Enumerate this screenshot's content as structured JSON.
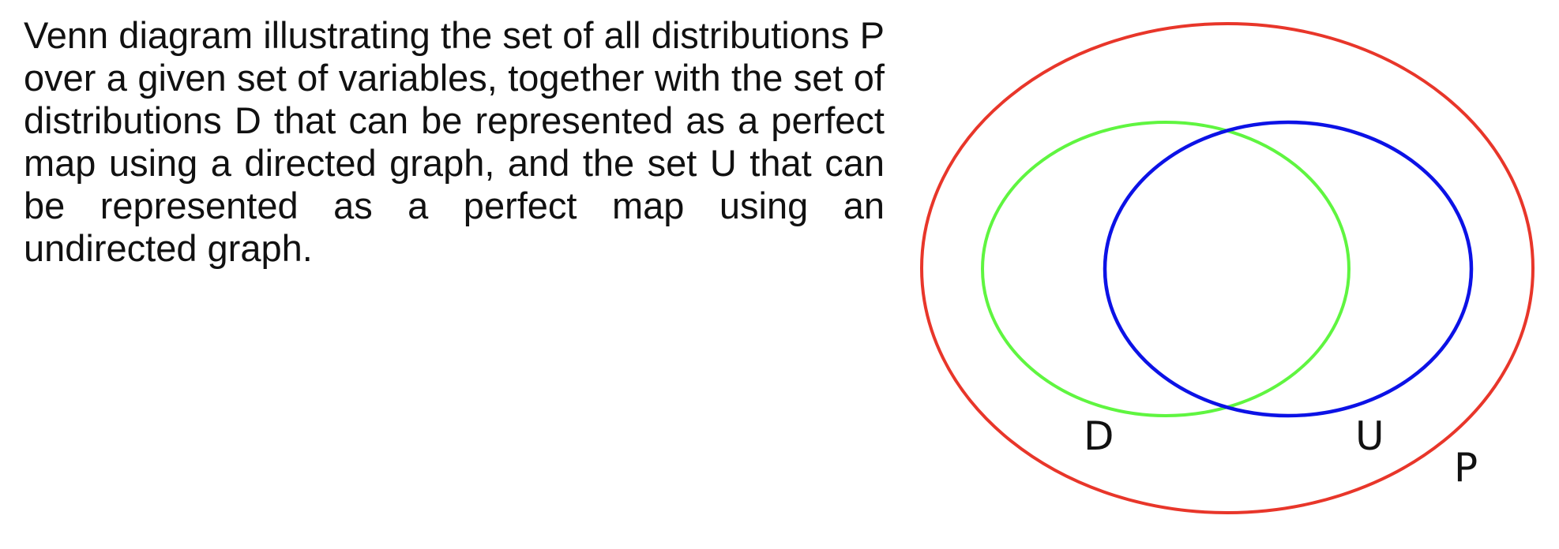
{
  "caption": "Venn diagram illustrating the set of all distributions P over a given set of variables, together with the set of distributions D that can be represented as a perfect map using a directed graph, and the set U that can be represented as a perfect map using an undirected graph.",
  "diagram": {
    "sets": [
      {
        "id": "P",
        "label": "P",
        "color": "#e8362a"
      },
      {
        "id": "D",
        "label": "D",
        "color": "#5ff540"
      },
      {
        "id": "U",
        "label": "U",
        "color": "#0c12e6"
      }
    ]
  }
}
